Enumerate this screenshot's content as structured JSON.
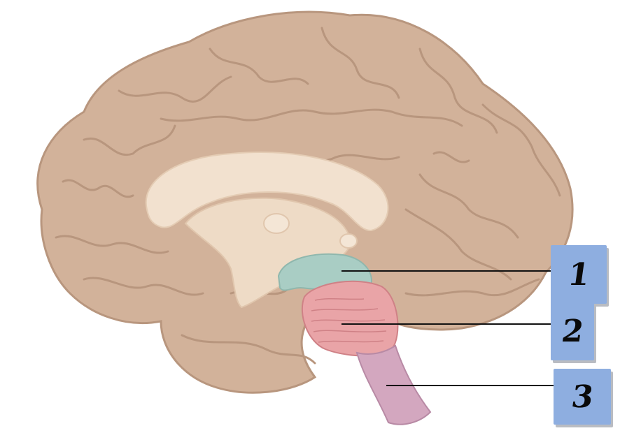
{
  "labels": [
    {
      "id": "1",
      "text": "1"
    },
    {
      "id": "2",
      "text": "2"
    },
    {
      "id": "3",
      "text": "3"
    }
  ],
  "colors": {
    "cerebrum": "#d2b29a",
    "cerebrum_edge": "#b8967e",
    "white_matter": "#f2e1cf",
    "inner": "#eedbc6",
    "midbrain": "#a9cdc4",
    "pons": "#e9a4a7",
    "medulla": "#d3a7bf",
    "label_box": "#8eaee0"
  }
}
